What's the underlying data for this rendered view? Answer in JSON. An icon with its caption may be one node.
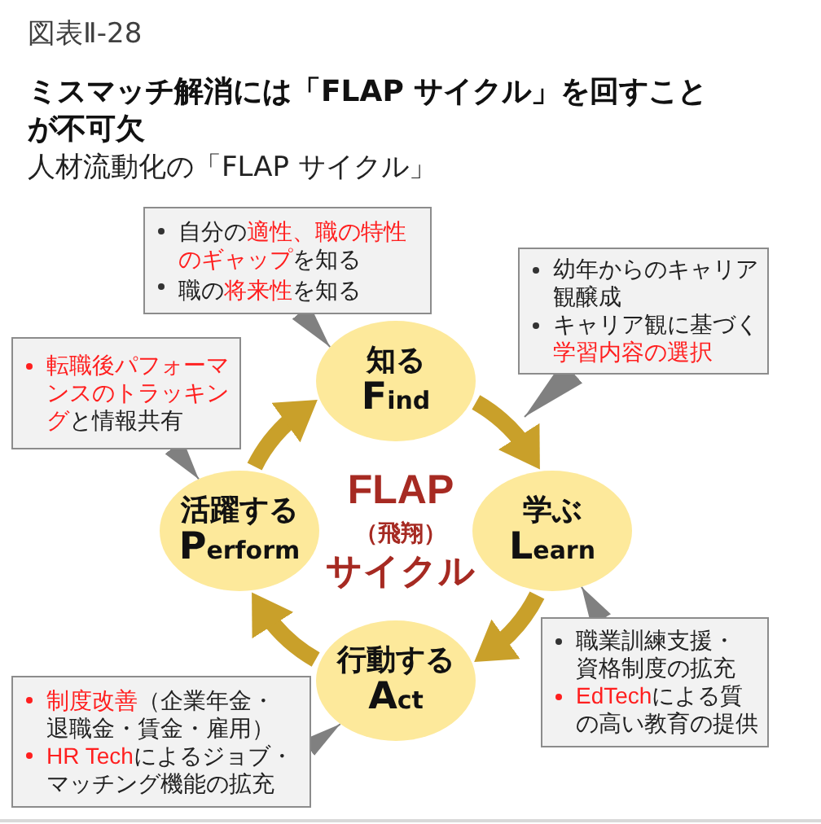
{
  "diagram": {
    "title": "ミスマッチ解消には「FLAP サイクル」を回すことが不可欠",
    "nodes": [
      {
        "text": [
          "知る",
          "Find"
        ]
      },
      {
        "text": [
          "学ぶ",
          "Learn"
        ]
      },
      {
        "text": [
          "行動する",
          "Act"
        ]
      },
      {
        "text": [
          "活躍する",
          "Perform"
        ]
      },
      {
        "text": [
          "自分の**適性、職の特性のギャップ**を知る",
          "職の**将来性**を知る"
        ]
      },
      {
        "text": [
          "幼年からのキャリア観醸成",
          "キャリア観に基づく**学習内容の選択**"
        ]
      },
      {
        "text": [
          "職業訓練支援・資格制度の拡充",
          "**EdTech**による質の高い教育の提供"
        ]
      },
      {
        "text": [
          "**制度改善**（企業年金・退職金・賃金・雇用）",
          "**HR Tech**によるジョブ・マッチング機能の拡充"
        ]
      },
      {
        "text": [
          "**転職後パフォーマンスのトラッキング**と情報共有"
        ]
      }
    ],
    "edges": [
      {
        "from": 0,
        "to": 1,
        "arrow": "to",
        "style": "thick",
        "color": "#c9a02a"
      },
      {
        "from": 1,
        "to": 2,
        "arrow": "to",
        "style": "thick",
        "color": "#c9a02a"
      },
      {
        "from": 2,
        "to": 3,
        "arrow": "to",
        "style": "thick",
        "color": "#c9a02a"
      },
      {
        "from": 3,
        "to": 0,
        "arrow": "to",
        "style": "thick",
        "color": "#c9a02a"
      },
      {
        "from": 4,
        "to": 0,
        "arrow": "to"
      },
      {
        "from": 5,
        "to": null,
        "arrow": "to"
      },
      {
        "from": 6,
        "to": 1,
        "arrow": "to"
      },
      {
        "from": 7,
        "to": 2,
        "arrow": "to"
      },
      {
        "from": 8,
        "to": 3,
        "arrow": "to"
      }
    ],
    "labels": [
      "図表Ⅱ-28",
      "人材流動化の「FLAP サイクル」",
      "FLAP",
      "（飛翔）",
      "サイクル"
    ]
  }
}
